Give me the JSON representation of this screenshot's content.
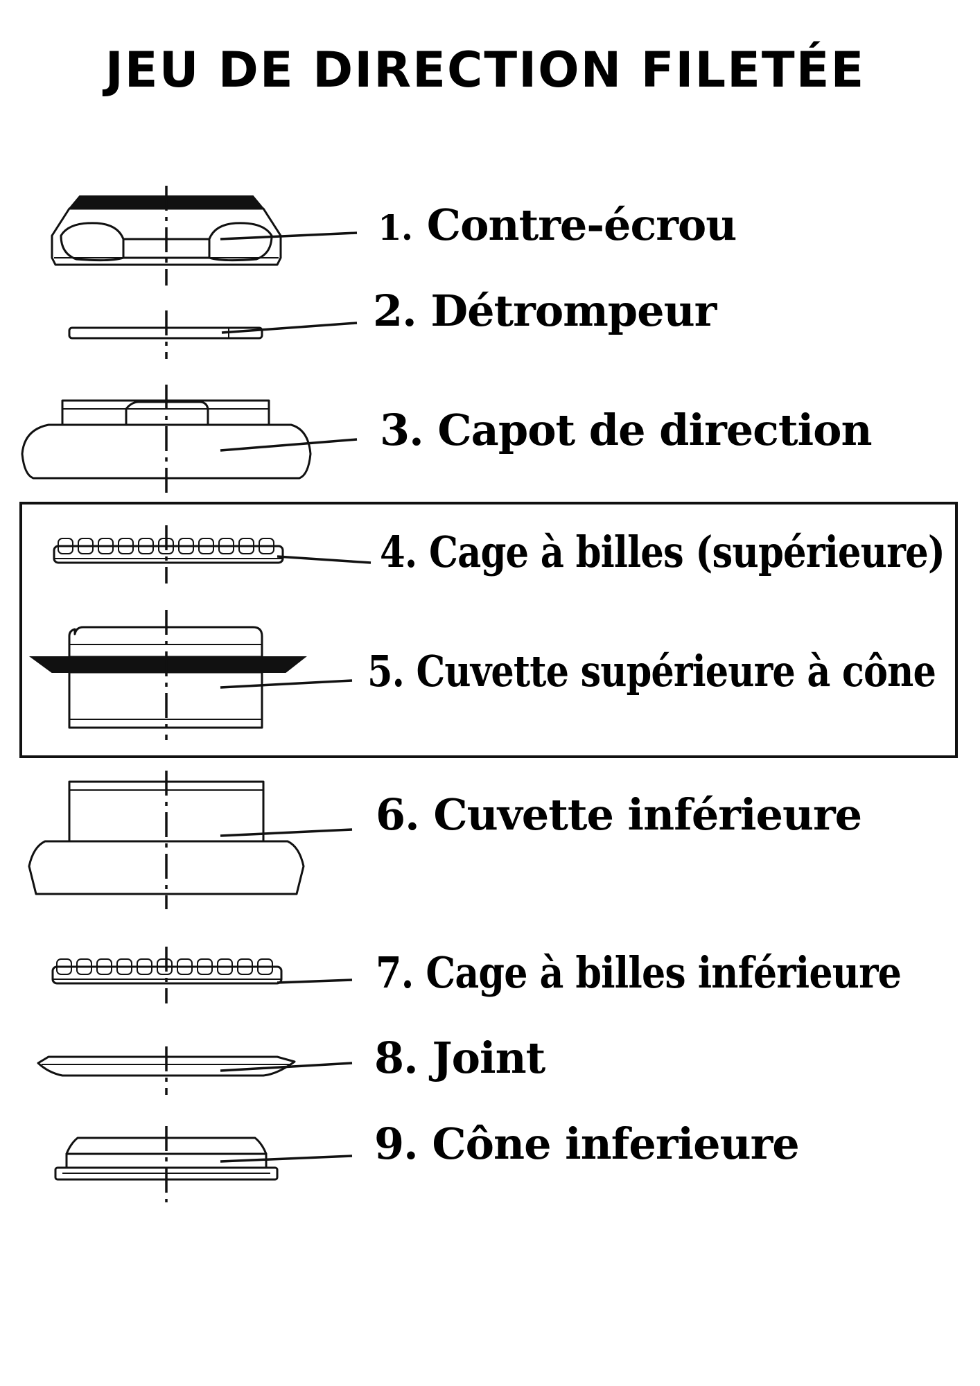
{
  "title": "JEU DE DIRECTION FILETÉE",
  "parts": [
    {
      "number": "1.",
      "name": "Contre-écrou"
    },
    {
      "number": "2.",
      "name": "Détrompeur"
    },
    {
      "number": "3.",
      "name": "Capot de direction"
    },
    {
      "number": "4.",
      "name": "Cage à billes (supérieure)"
    },
    {
      "number": "5.",
      "name": "Cuvette supérieure à cône"
    },
    {
      "number": "6.",
      "name": "Cuvette inférieure"
    },
    {
      "number": "7.",
      "name": "Cage à billes  inférieure"
    },
    {
      "number": "8.",
      "name": "Joint"
    },
    {
      "number": "9.",
      "name": "Cône inferieure"
    }
  ],
  "colors": {
    "ink": "#111111",
    "background": "#ffffff"
  }
}
